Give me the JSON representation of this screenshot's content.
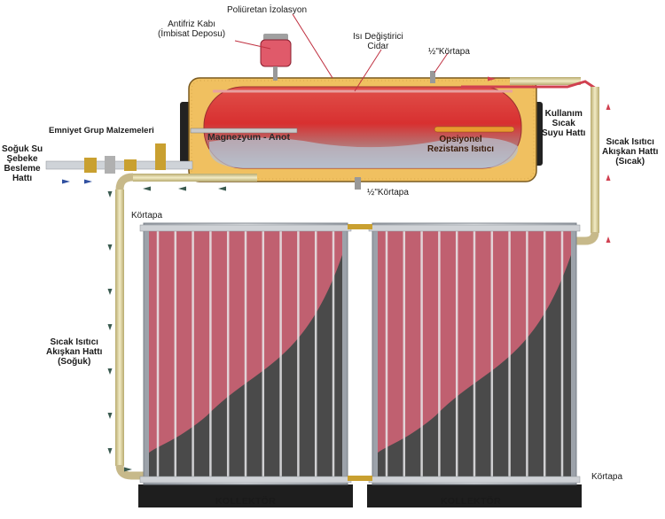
{
  "labels": {
    "antifreeze": "Antifriz Kabı\n(İmbisat Deposu)",
    "insulation": "Poliüretan İzolasyon",
    "heat_exchanger": "Isı Değiştirici\nCidar",
    "plug_top": "½\"Körtapa",
    "plug_bottom": "½\"Körtapa",
    "safety_group": "Emniyet Grup Malzemeleri",
    "cold_water": "Soğuk Su\nŞebeke\nBesleme\nHattı",
    "anode": "Magnezyum - Anot",
    "heater": "Opsiyonel\nRezistans Isıtıcı",
    "usage_hot": "Kullanım\nSıcak\nSuyu Hattı",
    "hot_line": "Sıcak Isıtıcı\nAkışkan Hattı\n(Sıcak)",
    "cold_line": "Sıcak Isıtıcı\nAkışkan Hattı\n(Soğuk)",
    "plug_left": "Körtapa",
    "plug_right": "Körtapa",
    "collector_1": "KOLLEKTÖR",
    "collector_2": "KOLLEKTÖR"
  },
  "colors": {
    "insulation": "#f0c060",
    "tank_hot": "#d83030",
    "tank_cold": "#c8ccd4",
    "collector_red": "#c06070",
    "collector_dark": "#4a4a4a",
    "pipe": "#ddd2a0",
    "arrow_hot": "#d04050",
    "arrow_cold": "#3050a0"
  }
}
